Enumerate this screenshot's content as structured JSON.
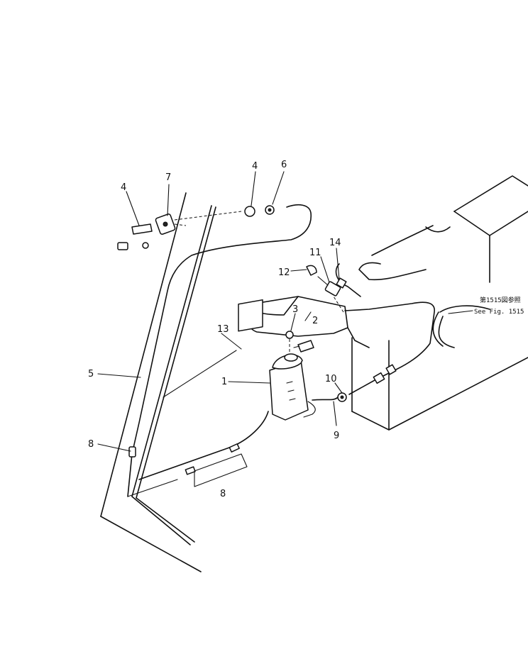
{
  "reference": {
    "line1": "第1515図参照",
    "line2": "See Fig. 1515"
  },
  "callouts": [
    {
      "id": "c1",
      "label": "1"
    },
    {
      "id": "c2",
      "label": "2"
    },
    {
      "id": "c3",
      "label": "3"
    },
    {
      "id": "c4a",
      "label": "4"
    },
    {
      "id": "c4b",
      "label": "4"
    },
    {
      "id": "c5",
      "label": "5"
    },
    {
      "id": "c6",
      "label": "6"
    },
    {
      "id": "c7",
      "label": "7"
    },
    {
      "id": "c8a",
      "label": "8"
    },
    {
      "id": "c8b",
      "label": "8"
    },
    {
      "id": "c9",
      "label": "9"
    },
    {
      "id": "c10",
      "label": "10"
    },
    {
      "id": "c11",
      "label": "11"
    },
    {
      "id": "c12",
      "label": "12"
    },
    {
      "id": "c13",
      "label": "13"
    },
    {
      "id": "c14",
      "label": "14"
    }
  ]
}
